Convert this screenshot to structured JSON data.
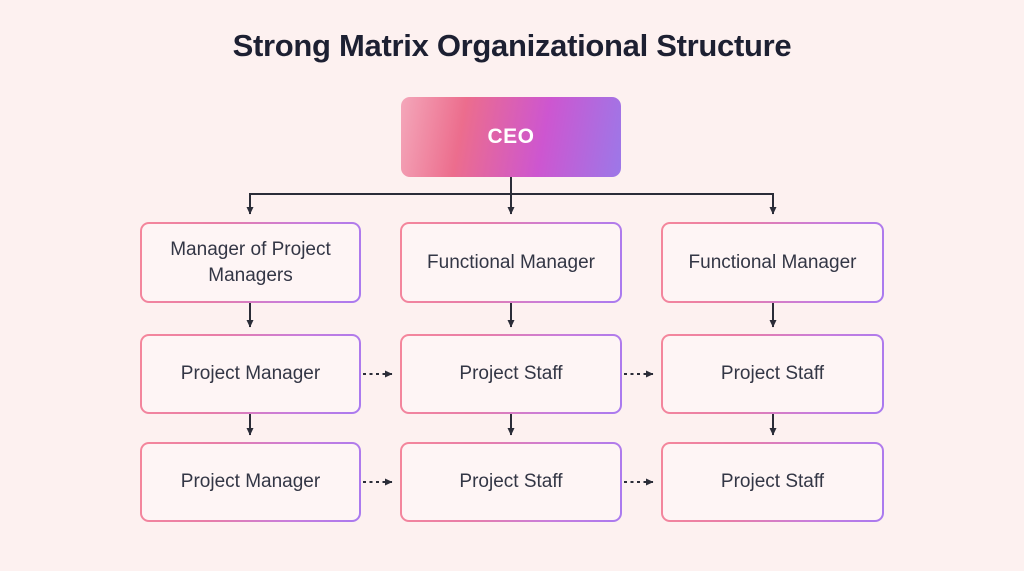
{
  "title": "Strong Matrix Organizational Structure",
  "org": {
    "root": {
      "label": "CEO"
    },
    "row2": [
      "Manager of Project Managers",
      "Functional Manager",
      "Functional Manager"
    ],
    "row3": [
      "Project Manager",
      "Project Staff",
      "Project Staff"
    ],
    "row4": [
      "Project Manager",
      "Project Staff",
      "Project Staff"
    ]
  },
  "colors": {
    "background": "#fdf1f0",
    "node_fill": "#fef5f5",
    "border_gradient_start": "#f5879b",
    "border_gradient_end": "#a97af0",
    "ceo_gradient_start": "#f4a7ba",
    "ceo_gradient_mid": "#cd56d0",
    "ceo_gradient_end": "#9c78e8",
    "connector_line": "#2b2d38",
    "title_text": "#1d2032",
    "node_text": "#333645",
    "ceo_text": "#ffffff"
  }
}
